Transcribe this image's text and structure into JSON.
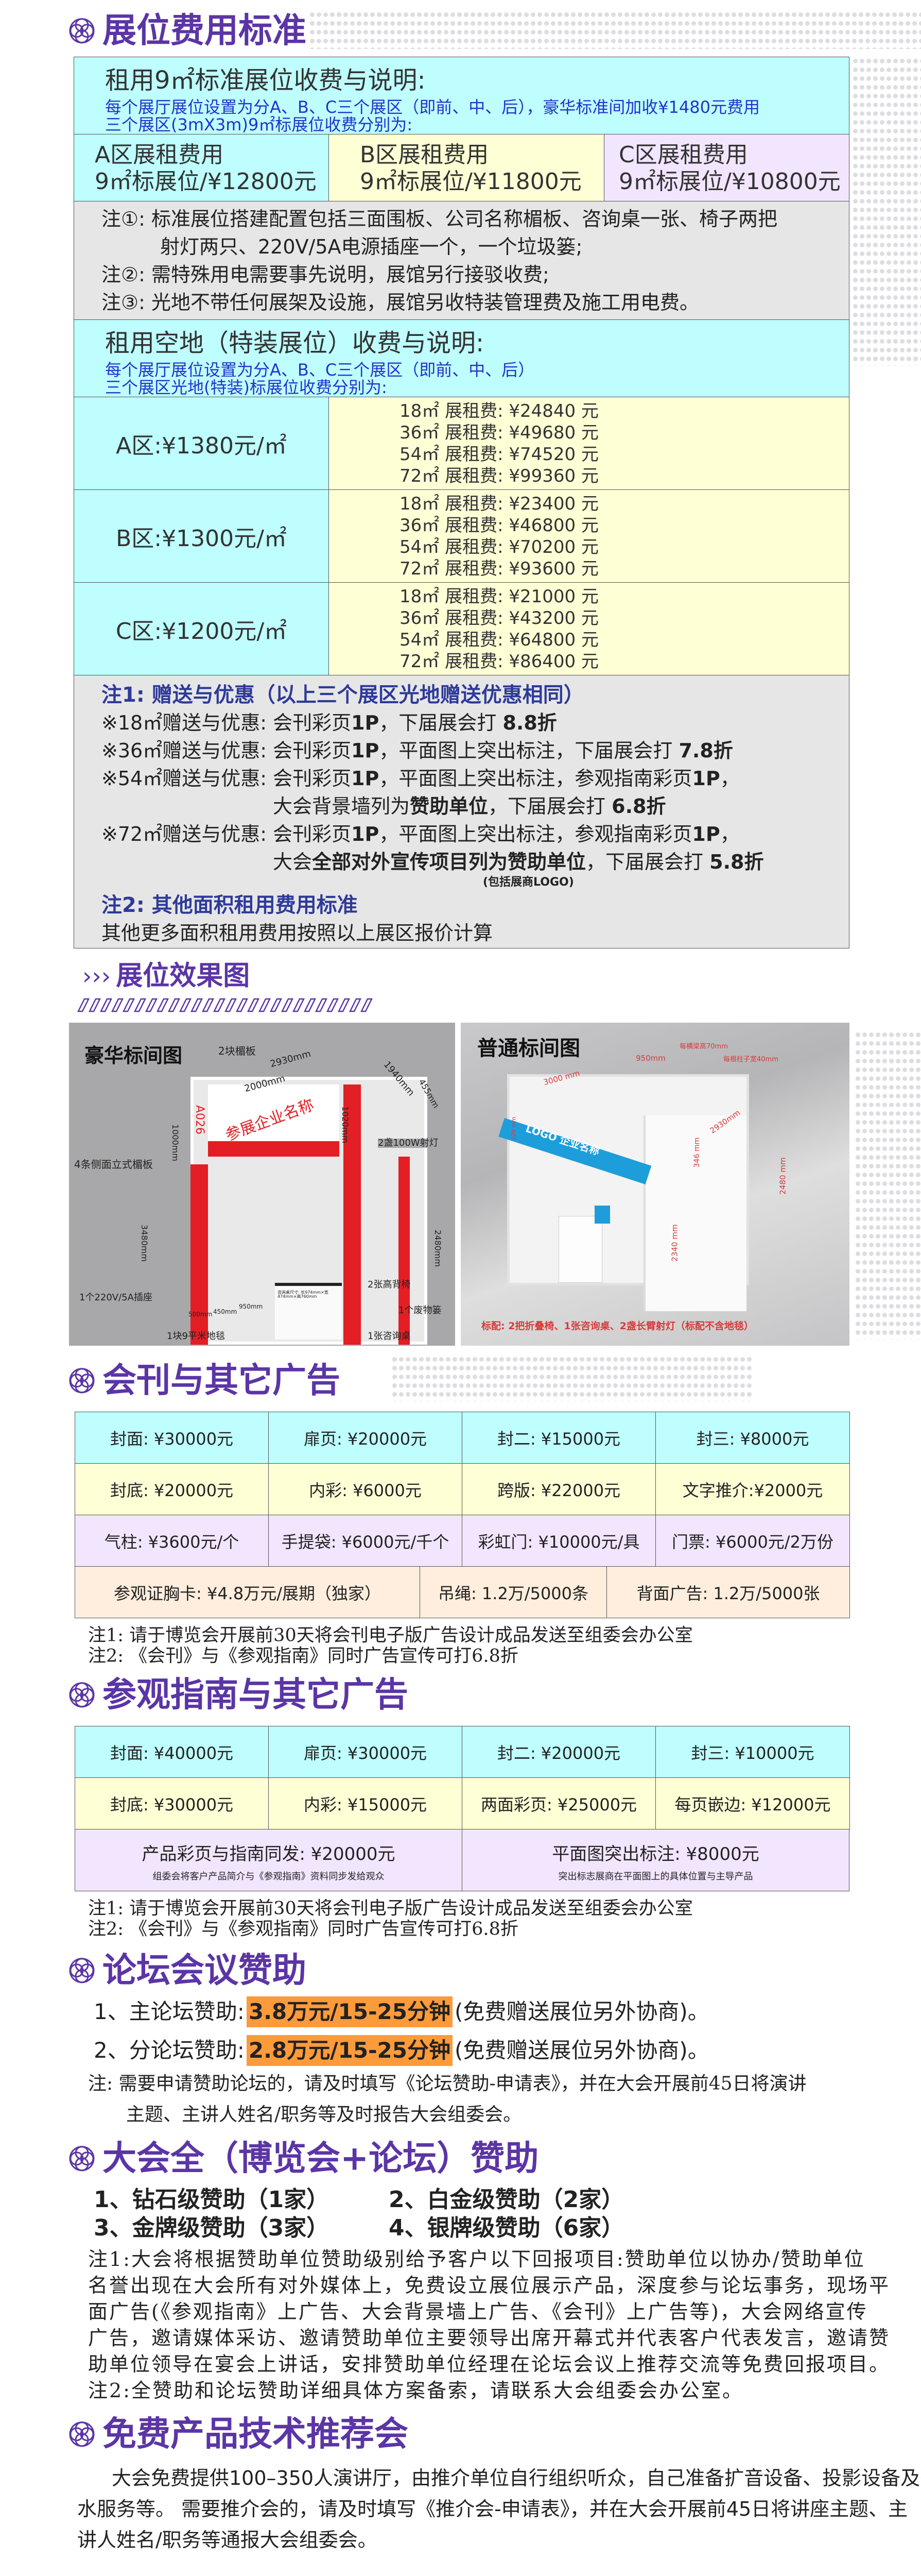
{
  "colors": {
    "heading": "#5b35a6",
    "cyan": "#befefe",
    "yellow": "#ffffd6",
    "lavender": "#f2e5fe",
    "gray": "#e6e6e6",
    "peach": "#ffeedd",
    "highlight": "#fd9a3a",
    "blue_text": "#2233cc"
  },
  "booth_fees": {
    "title": "展位费用标准",
    "standard": {
      "title": "租用9㎡标准展位收费与说明:",
      "desc": [
        "每个展厅展位设置为分A、B、C三个展区（即前、中、后），豪华标准间加收¥1480元费用",
        "三个展区(3mX3m)9㎡标展位收费分别为:"
      ],
      "zones": [
        {
          "name": "A区展租费用",
          "price": "9㎡标展位/¥12800元"
        },
        {
          "name": "B区展租费用",
          "price": "9㎡标展位/¥11800元"
        },
        {
          "name": "C区展租费用",
          "price": "9㎡标展位/¥10800元"
        }
      ],
      "notes": [
        "注①: 标准展位搭建配置包括三面围板、公司名称楣板、咨询桌一张、椅子两把",
        "射灯两只、220V/5A电源插座一个，一个垃圾篓;",
        "注②: 需特殊用电需要事先说明，展馆另行接驳收费;",
        "注③: 光地不带任何展架及设施，展馆另收特装管理费及施工用电费。"
      ]
    },
    "special": {
      "title": "租用空地（特装展位）收费与说明:",
      "desc": [
        "每个展厅展位设置为分A、B、C三个展区（即前、中、后）",
        "三个展区光地(特装)标展位收费分别为:"
      ],
      "zones": [
        {
          "label": "A区:¥1380元/㎡",
          "prices": [
            "18㎡ 展租费: ¥24840 元",
            "36㎡ 展租费: ¥49680 元",
            "54㎡ 展租费: ¥74520 元",
            "72㎡ 展租费: ¥99360 元"
          ]
        },
        {
          "label": "B区:¥1300元/㎡",
          "prices": [
            "18㎡ 展租费: ¥23400 元",
            "36㎡ 展租费: ¥46800 元",
            "54㎡ 展租费: ¥70200 元",
            "72㎡ 展租费: ¥93600 元"
          ]
        },
        {
          "label": "C区:¥1200元/㎡",
          "prices": [
            "18㎡ 展租费: ¥21000 元",
            "36㎡ 展租费: ¥43200 元",
            "54㎡ 展租费: ¥64800 元",
            "72㎡ 展租费: ¥86400 元"
          ]
        }
      ]
    },
    "offers": {
      "title": "注1: 赠送与优惠（以上三个展区光地赠送优惠相同）",
      "l1": [
        "※18㎡赠送与优惠: 会刊彩页",
        "1P",
        "，下届展会打 ",
        "8.8折"
      ],
      "l2": [
        "※36㎡赠送与优惠: 会刊彩页",
        "1P",
        "，平面图上突出标注，下届展会打 ",
        "7.8折"
      ],
      "l3": [
        "※54㎡赠送与优惠: 会刊彩页",
        "1P",
        "，平面图上突出标注，参观指南彩页",
        "1P",
        "，"
      ],
      "l4": [
        "大会背景墙列为",
        "赞助单位",
        "，下届展会打 ",
        "6.8折"
      ],
      "l5": [
        "※72㎡赠送与优惠: 会刊彩页",
        "1P",
        "，平面图上突出标注，参观指南彩页",
        "1P",
        "，"
      ],
      "l6": [
        "大会",
        "全部对外宣传项目列为赞助单位",
        "，下届展会打 ",
        "5.8折"
      ],
      "logo_note": "(包括展商LOGO)",
      "title2": "注2: 其他面积租用费用标准",
      "other": "其他更多面积租用费用按照以上展区报价计算"
    }
  },
  "effects": {
    "title": "展位效果图",
    "normal": {
      "title": "普通标间图",
      "dims": [
        "3000 mm",
        "950mm",
        "每横梁高70mm",
        "每根柱子宽40mm",
        "2930mm",
        "220 mm",
        "346 mm",
        "2480 mm",
        "2340 mm"
      ],
      "fascia": "LOGO  企业名称",
      "caption": "标配: 2把折叠椅、1张咨询桌、2盏长臂射灯（标配不含地毯）"
    },
    "luxury": {
      "title": "豪华标间图",
      "fascia": "参展企业名称",
      "booth_no": "A026",
      "labels": [
        "2块楣板",
        "2930mm",
        "2000mm",
        "1940mm",
        "455mm",
        "1020mm",
        "1000mm",
        "4条侧面立式楣板",
        "2盏100W射灯",
        "3480mm",
        "2480mm",
        "1个220V/5A插座",
        "500mm",
        "450mm",
        "950mm",
        "2张高背椅",
        "1个废物篓",
        "1块9平米地毯",
        "1张咨询桌",
        "咨询桌尺寸: 长974mm×宽474mm×高760mm"
      ]
    }
  },
  "journal": {
    "title": "会刊与其它广告",
    "rows": [
      [
        "封面: ¥30000元",
        "扉页: ¥20000元",
        "封二: ¥15000元",
        "封三: ¥8000元"
      ],
      [
        "封底: ¥20000元",
        "内彩: ¥6000元",
        "跨版: ¥22000元",
        "文字推介:¥2000元"
      ],
      [
        "气柱: ¥3600元/个",
        "手提袋: ¥6000元/千个",
        "彩虹门: ¥10000元/具",
        "门票: ¥6000元/2万份"
      ],
      [
        "参观证胸卡: ¥4.8万元/展期（独家）",
        "吊绳: 1.2万/5000条",
        "背面广告: 1.2万/5000张"
      ]
    ],
    "notes": [
      "注1: 请于博览会开展前30天将会刊电子版广告设计成品发送至组委会办公室",
      "注2: 《会刊》与《参观指南》同时广告宣传可打6.8折"
    ]
  },
  "guide": {
    "title": "参观指南与其它广告",
    "rows": [
      [
        "封面: ¥40000元",
        "扉页: ¥30000元",
        "封二: ¥20000元",
        "封三: ¥10000元"
      ],
      [
        "封底: ¥30000元",
        "内彩: ¥15000元",
        "两面彩页: ¥25000元",
        "每页嵌边: ¥12000元"
      ]
    ],
    "wide": [
      {
        "main": "产品彩页与指南同发: ¥20000元",
        "sub": "组委会将客户产品简介与《参观指南》资料同步发给观众"
      },
      {
        "main": "平面图突出标注: ¥8000元",
        "sub": "突出标志展商在平面图上的具体位置与主导产品"
      }
    ],
    "notes": [
      "注1: 请于博览会开展前30天将会刊电子版广告设计成品发送至组委会办公室",
      "注2: 《会刊》与《参观指南》同时广告宣传可打6.8折"
    ]
  },
  "forum": {
    "title": "论坛会议赞助",
    "items": [
      {
        "label": "1、主论坛赞助:",
        "price": "3.8万元/15-25分钟",
        "extra": "(免费赠送展位另外协商)。"
      },
      {
        "label": "2、分论坛赞助:",
        "price": "2.8万元/15-25分钟",
        "extra": "(免费赠送展位另外协商)。"
      }
    ],
    "note": [
      "注: 需要申请赞助论坛的，请及时填写《论坛赞助-申请表》，并在大会开展前45日将演讲",
      "主题、主讲人姓名/职务等及时报告大会组委会。"
    ]
  },
  "sponsor": {
    "title": "大会全（博览会+论坛）赞助",
    "levels": [
      "1、钻石级赞助（1家）",
      "2、白金级赞助（2家）",
      "3、金牌级赞助（3家）",
      "4、银牌级赞助（6家）"
    ],
    "notes": [
      "注1:大会将根据赞助单位赞助级别给予客户以下回报项目:赞助单位以协办/赞助单位",
      "名誉出现在大会所有对外媒体上，免费设立展位展示产品，深度参与论坛事务，现场平",
      "面广告(《参观指南》上广告、大会背景墙上广告、《会刊》上广告等)，大会网络宣传",
      "广告，邀请媒体采访、邀请赞助单位主要领导出席开幕式并代表客户代表发言，邀请赞",
      "助单位领导在宴会上讲话，安排赞助单位经理在论坛会议上推荐交流等免费回报项目。",
      "注2:全赞助和论坛赞助详细具体方案备索，请联系大会组委会办公室。"
    ]
  },
  "free": {
    "title": "免费产品技术推荐会",
    "lines": [
      "大会免费提供100–350人演讲厅，由推介单位自行组织听众，自己准备扩音设备、投影设备及茶",
      "水服务等。 需要推介会的，请及时填写《推介会-申请表》，并在大会开展前45日将讲座主题、主",
      "讲人姓名/职务等通报大会组委会。"
    ]
  }
}
